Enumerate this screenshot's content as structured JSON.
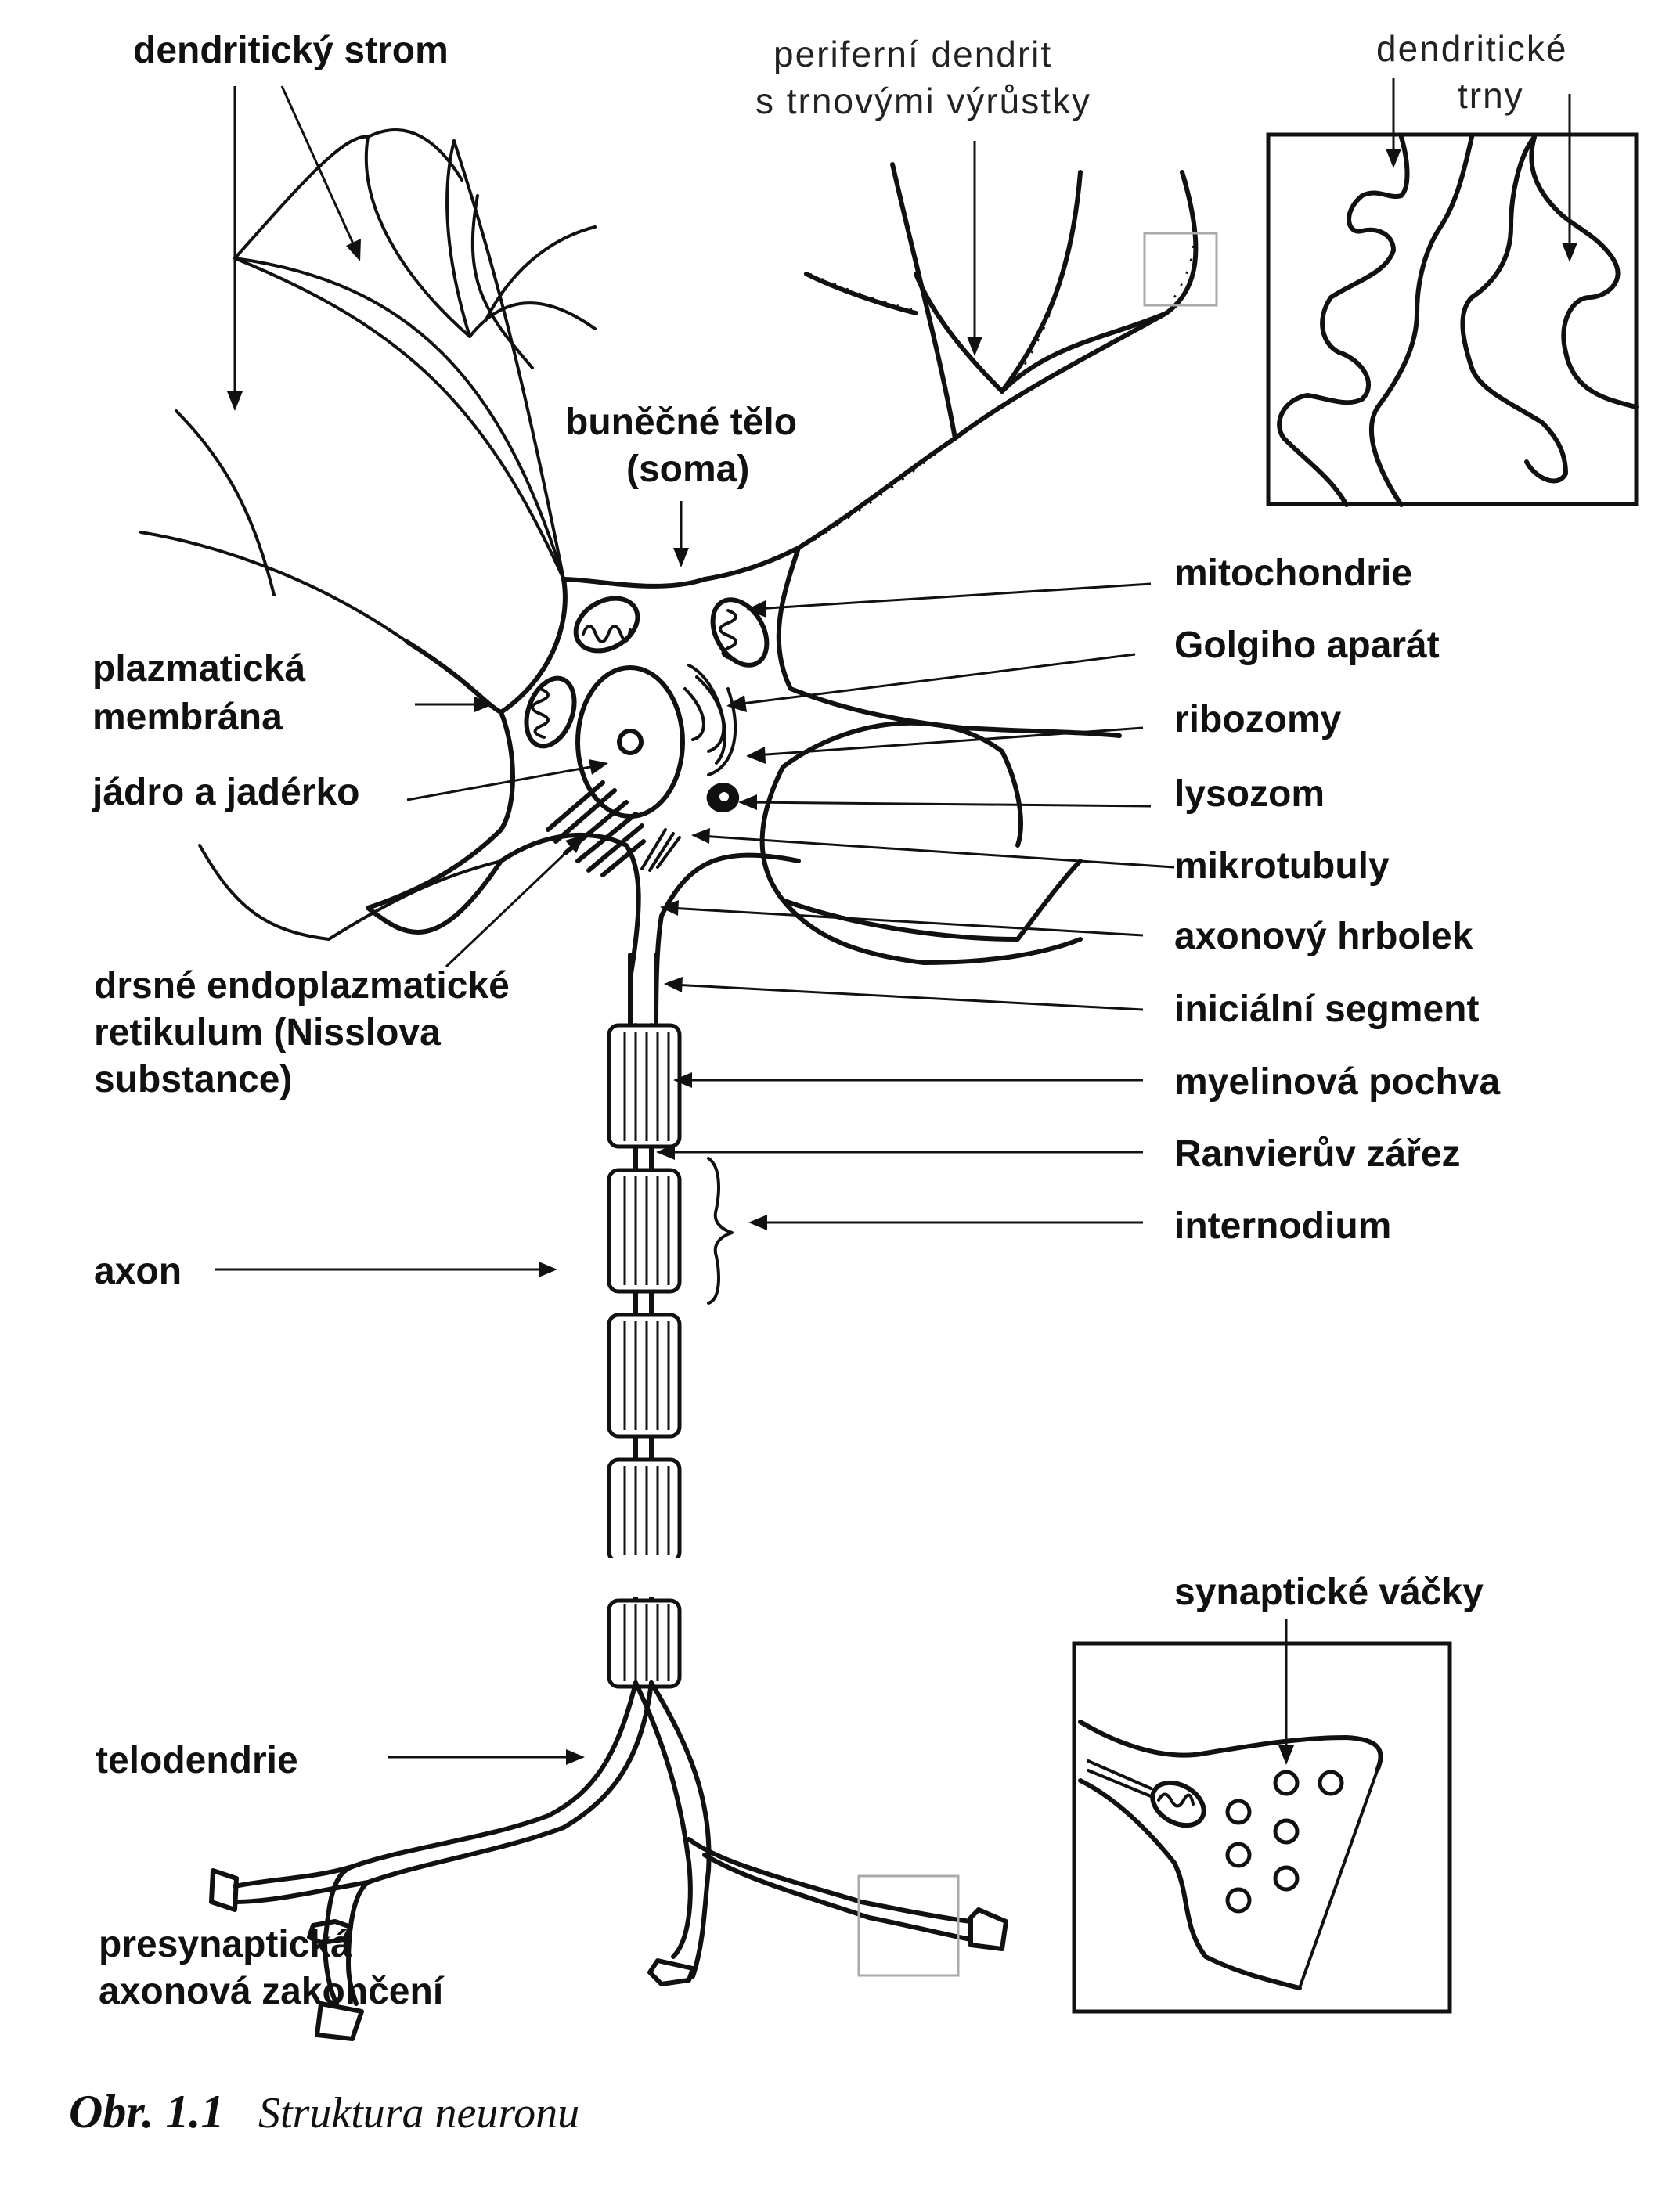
{
  "figure": {
    "caption_number": "Obr. 1.1",
    "caption_text": "Struktura neuronu"
  },
  "labels": {
    "dendriticky_strom": "dendritický strom",
    "periferni_dendrit_1": "periferní dendrit",
    "periferni_dendrit_2": "s trnovými výrůstky",
    "dendriticke_trny_1": "dendritické",
    "dendriticke_trny_2": "trny",
    "bunecne_telo_1": "buněčné tělo",
    "bunecne_telo_2": "(soma)",
    "mitochondrie": "mitochondrie",
    "golgiho_aparat": "Golgiho aparát",
    "ribozomy": "ribozomy",
    "lysozom": "lysozom",
    "mikrotubuly": "mikrotubuly",
    "plazmaticka_1": "plazmatická",
    "plazmaticka_2": "membrána",
    "jadro": "jádro a jadérko",
    "axonovy_hrbolek": "axonový hrbolek",
    "inicialni_segment": "iniciální segment",
    "myelinova_pochva": "myelinová pochva",
    "ranvieruv_zarez": "Ranvierův zářez",
    "internodium": "internodium",
    "drsne_er_1": "drsné endoplazmatické",
    "drsne_er_2": "retikulum (Nisslova",
    "drsne_er_3": "substance)",
    "axon": "axon",
    "synapticke_vacky": "synaptické váčky",
    "telodendrie": "telodendrie",
    "presynapticka_1": "presynaptická",
    "presynapticka_2": "axonová zakončení"
  }
}
